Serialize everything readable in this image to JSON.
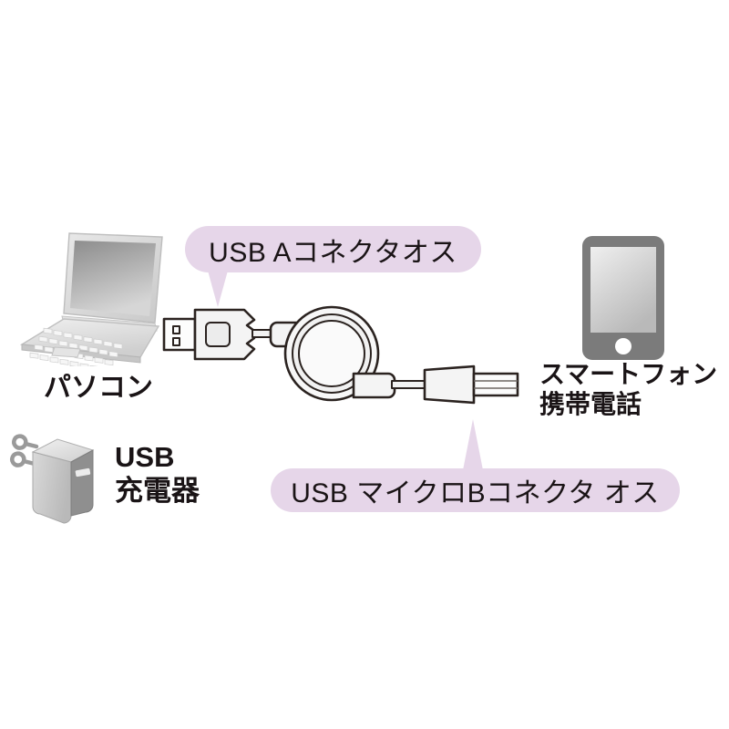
{
  "figure": {
    "type": "product-connection-diagram",
    "background_color": "#ffffff",
    "callout_color": "#e6d6e9",
    "text_color": "#1a1416"
  },
  "callouts": [
    {
      "id": "usb-a",
      "text": "USB Aコネクタオス",
      "points_to": "usb-a-connector",
      "direction": "down"
    },
    {
      "id": "micro-b",
      "text": "USB マイクロBコネクタ オス",
      "points_to": "micro-b-connector",
      "direction": "up"
    }
  ],
  "devices": [
    {
      "id": "laptop",
      "icon": "laptop-icon",
      "label": "パソコン"
    },
    {
      "id": "charger",
      "icon": "usb-wall-charger-icon",
      "label": "USB\n充電器"
    },
    {
      "id": "phone",
      "icon": "smartphone-icon",
      "label": "スマートフォン\n携帯電話"
    }
  ],
  "cable": {
    "id": "retractable-usb-cable",
    "style": "retractable-reel",
    "ends": [
      "usb-a-male",
      "usb-micro-b-male"
    ]
  }
}
